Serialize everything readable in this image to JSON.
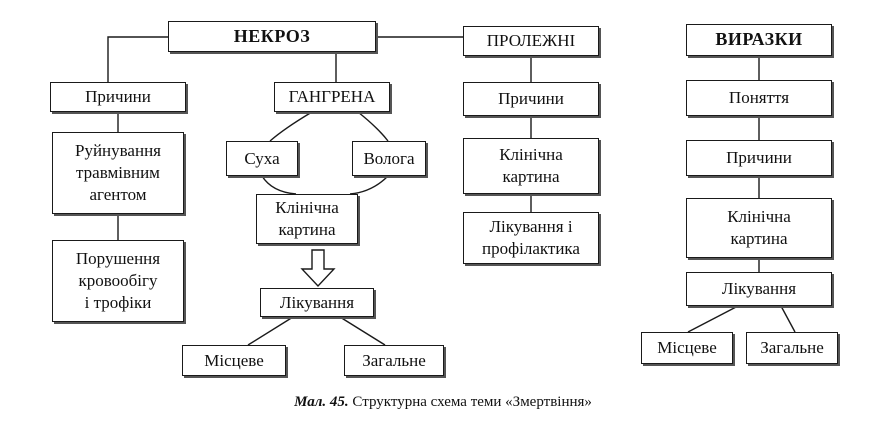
{
  "necrosis": {
    "title": "НЕКРОЗ",
    "causes": "Причини",
    "cause_1": "Руйнування\nтравмівним\nагентом",
    "cause_2": "Порушення\nкровообігу\nі трофіки",
    "gangrene": {
      "title": "ГАНГРЕНА",
      "dry": "Суха",
      "wet": "Волога",
      "clinical": "Клінічна\nкартина",
      "treatment": "Лікування",
      "local": "Місцеве",
      "general": "Загальне"
    }
  },
  "bedsores": {
    "title": "ПРОЛЕЖНІ",
    "causes": "Причини",
    "clinical": "Клінічна\nкартина",
    "treatment": "Лікування і\nпрофілактика"
  },
  "ulcers": {
    "title": "ВИРАЗКИ",
    "concept": "Поняття",
    "causes": "Причини",
    "clinical": "Клінічна\nкартина",
    "treatment": "Лікування",
    "local": "Місцеве",
    "general": "Загальне"
  },
  "caption": {
    "label": "Мал. 45.",
    "text": " Структурна схема теми «Змертвіння»"
  }
}
